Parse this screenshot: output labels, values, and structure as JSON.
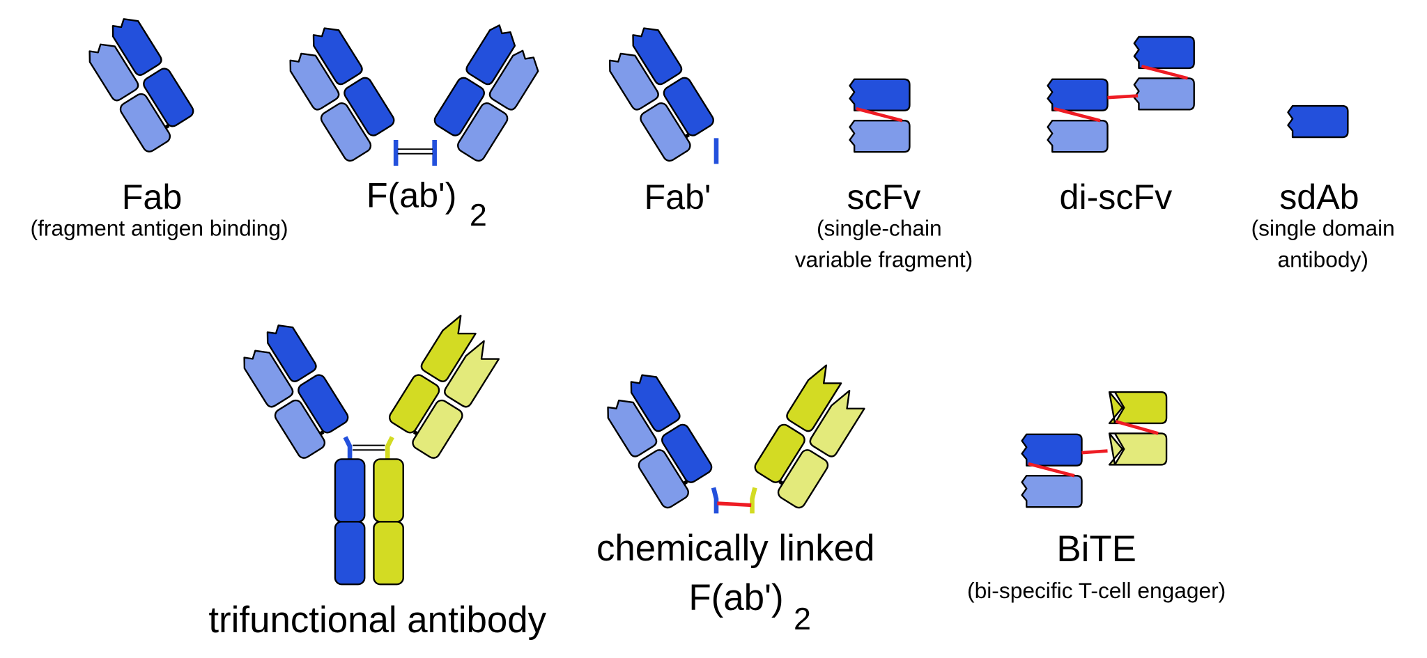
{
  "colors": {
    "dark_blue": "#2350DC",
    "light_blue": "#7F9BEA",
    "dark_yellow": "#D3DB23",
    "light_yellow": "#E3EA7B",
    "outline": "#000000",
    "linker": "#EE1C24"
  },
  "items": {
    "fab": {
      "name": "Fab",
      "desc": "(fragment antigen binding)"
    },
    "fab2": {
      "name": "F(ab')",
      "sub": "2"
    },
    "fab_prime": {
      "name": "Fab'"
    },
    "scfv": {
      "name": "scFv",
      "desc1": "(single-chain",
      "desc2": "variable fragment)"
    },
    "discfv": {
      "name": "di-scFv"
    },
    "sdab": {
      "name": "sdAb",
      "desc1": "(single domain",
      "desc2": "antibody)"
    },
    "trifunctional": {
      "name": "trifunctional antibody"
    },
    "chem": {
      "name1": "chemically linked",
      "name2": "F(ab')",
      "sub": "2"
    },
    "bite": {
      "name": "BiTE",
      "desc": "(bi-specific T-cell engager)"
    }
  }
}
